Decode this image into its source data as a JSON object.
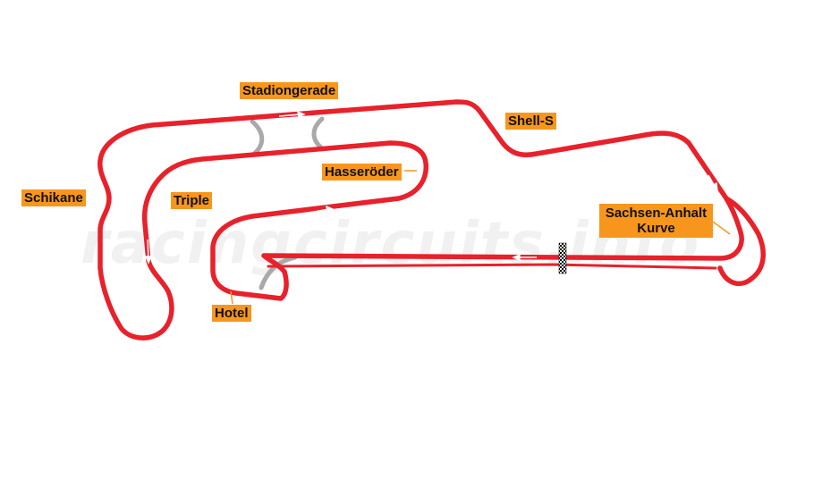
{
  "watermark": "racingcircuits.info",
  "colors": {
    "track": "#e8212b",
    "runoff": "#a9a9a9",
    "label_bg": "#f7961d",
    "background": "#ffffff"
  },
  "corners": {
    "stadiongerade": "Stadiongerade",
    "shell_s": "Shell-S",
    "hasseroder": "Hasseröder",
    "schikane": "Schikane",
    "triple": "Triple",
    "sachsen_anhalt_line1": "Sachsen-Anhalt",
    "sachsen_anhalt_line2": "Kurve",
    "hotel": "Hotel"
  },
  "icons": {
    "start_finish": "checkered-flag",
    "direction": "direction-arrow"
  }
}
